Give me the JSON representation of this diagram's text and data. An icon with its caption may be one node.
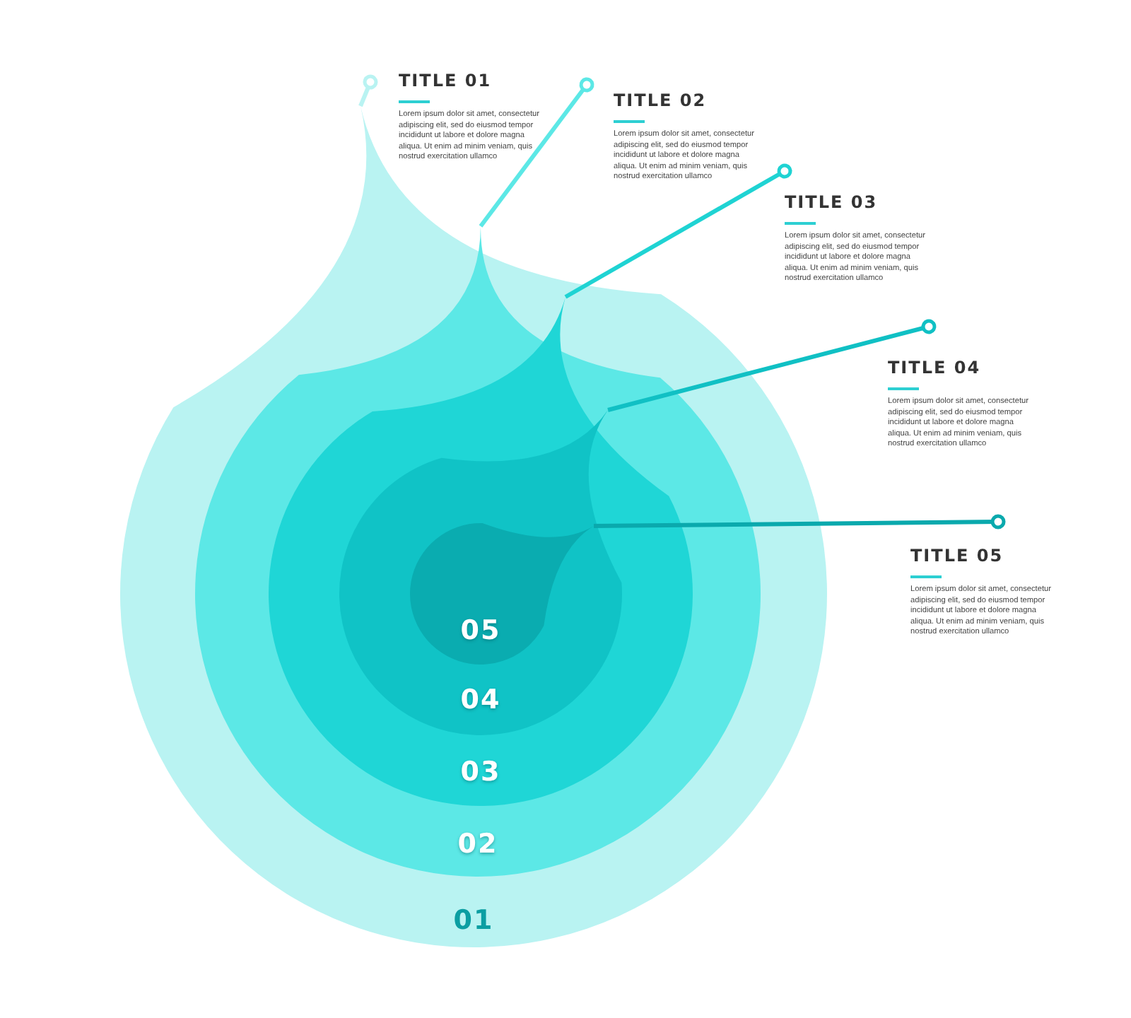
{
  "diagram": {
    "nodes": [
      {
        "text": [
          "01"
        ]
      },
      {
        "text": [
          "02"
        ],
        "in": 0
      },
      {
        "text": [
          "03"
        ],
        "in": 1
      },
      {
        "text": [
          "04"
        ],
        "in": 2
      },
      {
        "text": [
          "05"
        ],
        "in": 3
      },
      {
        "text": [
          "TITLE 01",
          "Lorem ipsum dolor sit amet, consectetur adipiscing elit, sed do eiusmod tempor incididunt ut labore et dolore magna aliqua. Ut enim ad minim veniam, quis nostrud exercitation ullamco"
        ]
      },
      {
        "text": [
          "TITLE 02",
          "Lorem ipsum dolor sit amet, consectetur adipiscing elit, sed do eiusmod tempor incididunt ut labore et dolore magna aliqua. Ut enim ad minim veniam, quis nostrud exercitation ullamco"
        ]
      },
      {
        "text": [
          "TITLE 03",
          "Lorem ipsum dolor sit amet, consectetur adipiscing elit, sed do eiusmod tempor incididunt ut labore et dolore magna aliqua. Ut enim ad minim veniam, quis nostrud exercitation ullamco"
        ]
      },
      {
        "text": [
          "TITLE 04",
          "Lorem ipsum dolor sit amet, consectetur adipiscing elit, sed do eiusmod tempor incididunt ut labore et dolore magna aliqua. Ut enim ad minim veniam, quis nostrud exercitation ullamco"
        ]
      },
      {
        "text": [
          "TITLE 05",
          "Lorem ipsum dolor sit amet, consectetur adipiscing elit, sed do eiusmod tempor incididunt ut labore et dolore magna aliqua. Ut enim ad minim veniam, quis nostrud exercitation ullamco"
        ]
      }
    ],
    "edges": [
      {
        "from": 0,
        "to": 5,
        "arrow": "other",
        "color": "#b9f3f2"
      },
      {
        "from": 1,
        "to": 6,
        "arrow": "other",
        "color": "#5ce8e6"
      },
      {
        "from": 2,
        "to": 7,
        "arrow": "other",
        "color": "#1fd3d3"
      },
      {
        "from": 3,
        "to": 8,
        "arrow": "other",
        "color": "#10c0c4"
      },
      {
        "from": 4,
        "to": 9,
        "arrow": "other",
        "color": "#0aa9ad"
      }
    ]
  }
}
